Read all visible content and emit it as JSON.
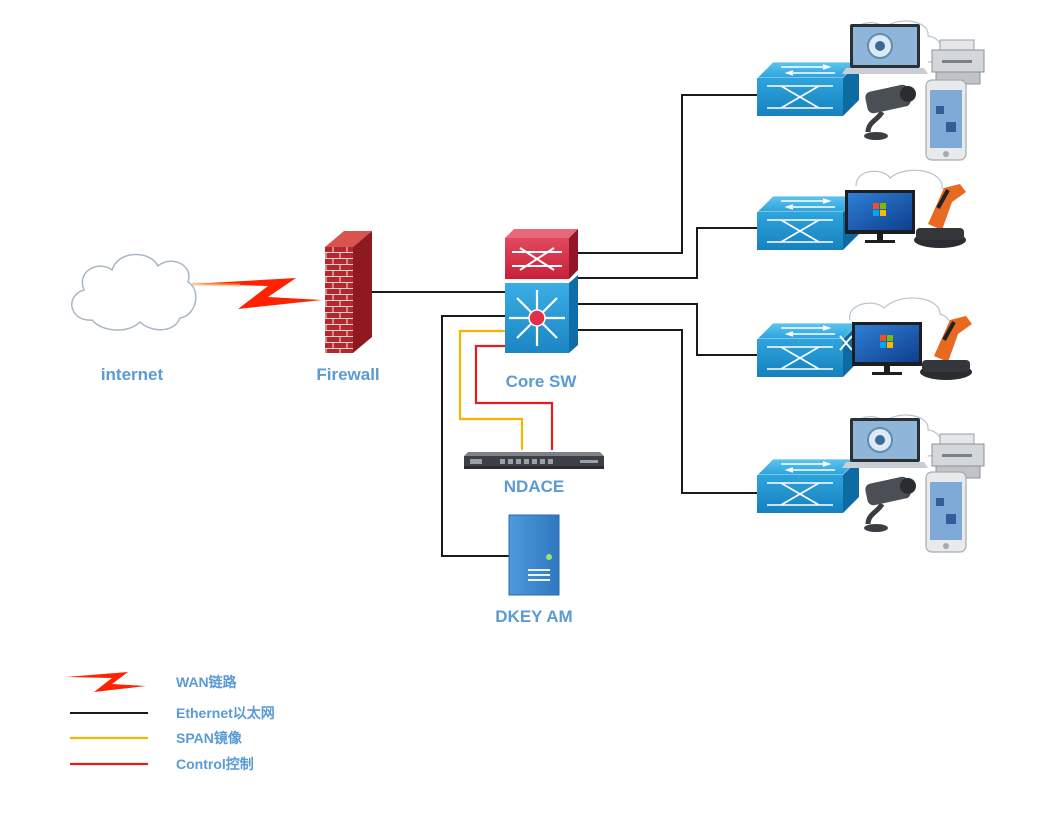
{
  "nodes": {
    "internet": "internet",
    "firewall": "Firewall",
    "core_switch": "Core SW",
    "ndace": "NDACE",
    "dkey_am": "DKEY AM"
  },
  "legend": [
    {
      "label": "WAN链路",
      "color": "#ff2200",
      "kind": "lightning"
    },
    {
      "label": "Ethernet以太网",
      "color": "#1a1a1a",
      "kind": "line"
    },
    {
      "label": "SPAN镜像",
      "color": "#f7b500",
      "kind": "line"
    },
    {
      "label": "Control控制",
      "color": "#e02020",
      "kind": "line"
    }
  ],
  "colors": {
    "label_text": "#5b9bd5",
    "switch_blue": "#1e96d2",
    "router_red": "#c8203a",
    "firewall_brick": "#b8252c",
    "server_blue": "#3a86d0"
  },
  "access_groups": [
    {
      "devices": [
        "laptop-icon",
        "printer-icon",
        "camera-icon",
        "mobile-phone-icon"
      ]
    },
    {
      "devices": [
        "windows-monitor-icon",
        "barcode-scanner-icon"
      ]
    },
    {
      "devices": [
        "windows-monitor-icon",
        "barcode-scanner-icon"
      ]
    },
    {
      "devices": [
        "laptop-icon",
        "printer-icon",
        "camera-icon",
        "mobile-phone-icon"
      ]
    }
  ]
}
